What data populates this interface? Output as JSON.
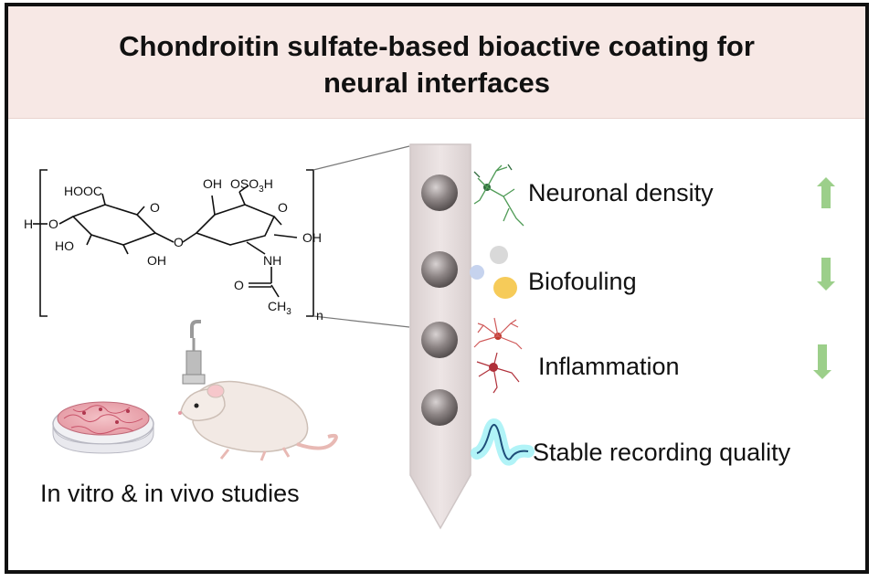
{
  "title": {
    "line1": "Chondroitin sulfate-based bioactive coating for",
    "line2": "neural interfaces"
  },
  "molecule": {
    "labels": {
      "h_terminal": "H",
      "hooc": "HOOC",
      "ho_left": "HO",
      "oh_bottom": "OH",
      "oh_top": "OH",
      "oso3h": "OSO",
      "oso3h_sub": "3",
      "oso3h_end": "H",
      "nh": "NH",
      "oh_right": "OH",
      "o_carbonyl": "O",
      "ch3": "CH",
      "ch3_sub": "3",
      "n_repeat": "n",
      "o_ring1": "O",
      "o_ring2": "O",
      "o_link": "O",
      "o_left": "O"
    }
  },
  "studies_label": "In vitro & in vivo studies",
  "effects": [
    {
      "label": "Neuronal density",
      "trend": "up",
      "icon": "neuron-icon"
    },
    {
      "label": "Biofouling",
      "trend": "down",
      "icon": "protein-blobs-icon"
    },
    {
      "label": "Inflammation",
      "trend": "down",
      "icon": "glial-cell-icon"
    },
    {
      "label": "Stable recording quality",
      "trend": "stable",
      "icon": "waveform-icon"
    }
  ],
  "colors": {
    "title_band": "#f7e8e5",
    "arrow_green": "#9ccf8a",
    "probe_fill": "#e6dcdc",
    "electrode": "#7a7474",
    "signal_glow": "#7fe6ee"
  }
}
